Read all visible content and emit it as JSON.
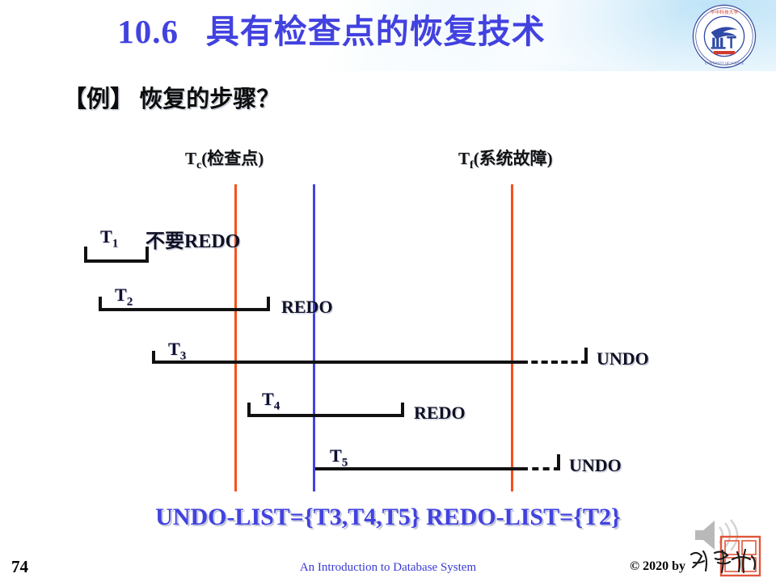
{
  "header": {
    "section_number": "10.6",
    "title_text": "具有检查点的恢复技术",
    "logo_name": "hust-university-seal",
    "title_color": "#4242e0"
  },
  "example": {
    "text": "【例】 恢复的步骤？"
  },
  "diagram": {
    "checkpoint_label_prefix": "T",
    "checkpoint_label_sub": "c",
    "checkpoint_label_suffix": "(检查点)",
    "failure_label_prefix": "T",
    "failure_label_sub": "f",
    "failure_label_suffix": "(系统故障)",
    "checkpoint_line_color": "#f4511e",
    "secondary_line_color": "#4242e0",
    "failure_line_color": "#f4511e",
    "transactions": [
      {
        "name": "T",
        "sub": "1",
        "annotation": "不要REDO",
        "annotation_kind": "cjk"
      },
      {
        "name": "T",
        "sub": "2",
        "annotation": "REDO",
        "annotation_kind": "latin"
      },
      {
        "name": "T",
        "sub": "3",
        "annotation": "UNDO",
        "annotation_kind": "latin"
      },
      {
        "name": "T",
        "sub": "4",
        "annotation": "REDO",
        "annotation_kind": "latin"
      },
      {
        "name": "T",
        "sub": "5",
        "annotation": "UNDO",
        "annotation_kind": "latin"
      }
    ]
  },
  "lists": {
    "undo_list": "UNDO-LIST={T3,T4,T5}",
    "redo_list": "REDO-LIST={T2}",
    "combined": "UNDO-LIST={T3,T4,T5}  REDO-LIST={T2}"
  },
  "footer": {
    "page_number": "74",
    "center_text": "An Introduction to Database System",
    "copyright": "© 2020 by",
    "signature_name": "handwritten-signature",
    "seal_name": "red-stamp-seal",
    "speaker_icon_name": "speaker-icon"
  }
}
